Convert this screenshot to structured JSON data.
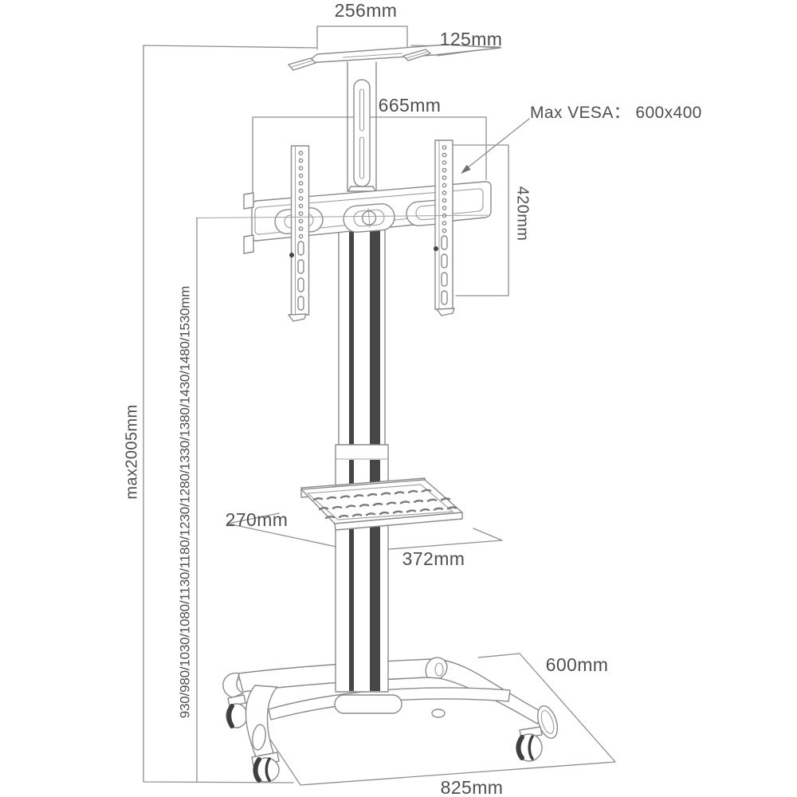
{
  "diagram": {
    "colors": {
      "background": "#ffffff",
      "line": "#8a8a8a",
      "dark_fill": "#464646",
      "text": "#4f4f4f"
    },
    "labels": {
      "top_width": "256mm",
      "top_depth": "125mm",
      "bracket_width": "665mm",
      "max_vesa": "Max VESA： 600x400",
      "bracket_height": "420mm",
      "max_height": "max2005mm",
      "height_settings": "930/980/1030/1080/1130/1180/1230/1280/1330/1380/1430/1480/1530mm",
      "shelf_depth": "270mm",
      "shelf_width": "372mm",
      "base_depth": "600mm",
      "base_width": "825mm"
    }
  }
}
